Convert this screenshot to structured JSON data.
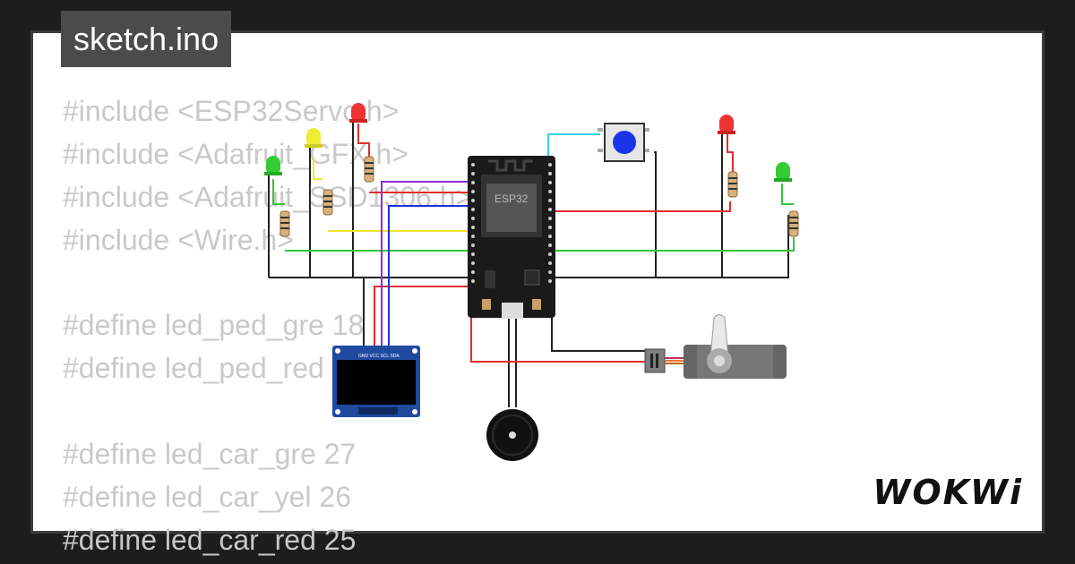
{
  "title": "sketch.ino",
  "code_lines": [
    "#include <ESP32Servo.h>",
    "#include <Adafruit_GFX.h>",
    "#include <Adafruit_SSD1306.h>",
    "#include <Wire.h>",
    "",
    "#define led_ped_gre 18",
    "#define led_ped_red",
    "",
    "#define led_car_gre 27",
    "#define led_car_yel 26",
    "#define led_car_red 25"
  ],
  "logo": "WOKWi",
  "components": {
    "esp32_label": "ESP32",
    "oled_pins": "GND VCC SCL SDA"
  },
  "colors": {
    "wire_red": "#e22d2d",
    "wire_black": "#222222",
    "wire_yellow": "#f2e52b",
    "wire_green": "#35c43a",
    "wire_purple": "#8e2bd6",
    "wire_blue": "#2030e0",
    "wire_cyan": "#36d0e0"
  }
}
